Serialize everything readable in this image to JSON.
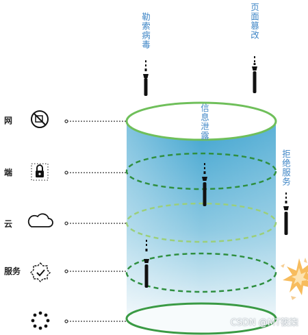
{
  "layers": [
    {
      "label": "网",
      "icon": "web-shield-icon"
    },
    {
      "label": "端",
      "icon": "endpoint-lock-icon"
    },
    {
      "label": "云",
      "icon": "cloud-icon"
    },
    {
      "label": "服务",
      "icon": "service-badge-icon"
    },
    {
      "label": "",
      "icon": "dots-ring-icon"
    }
  ],
  "threats": [
    {
      "label": "勒索病毒"
    },
    {
      "label": "页面篡改"
    },
    {
      "label": "信息泄露"
    },
    {
      "label": "拒绝服务"
    }
  ],
  "watermark": "CSDN @MT筱柒",
  "colors": {
    "cylinder_top": "#d8ecf4",
    "cylinder_bottom": "#4aa9d3",
    "ring_green": "#2f8f3f",
    "ring_green_light": "#9bcf7a",
    "threat_text": "#3f86c6",
    "missile": "#111111",
    "burst": "#f4a23a"
  }
}
